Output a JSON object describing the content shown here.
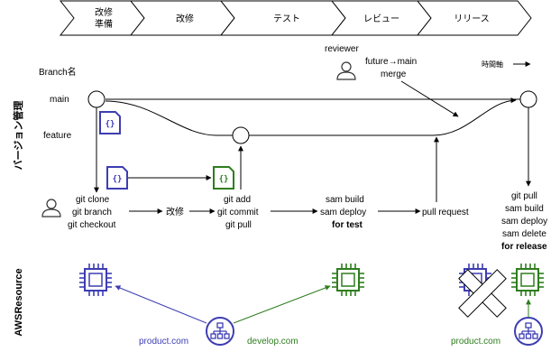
{
  "phases": [
    "改修\n準備",
    "改修",
    "テスト",
    "レビュー",
    "リリース"
  ],
  "side_labels": {
    "version": "バージョン管理",
    "aws": "AWSResource"
  },
  "branch_header": "Branch名",
  "branches": {
    "main": "main",
    "feature": "feature"
  },
  "time_axis": "時間軸",
  "reviewer": {
    "role": "reviewer",
    "action_line1": "future→main",
    "action_line2": "merge"
  },
  "steps": {
    "clone": [
      "git clone",
      "git branch",
      "git checkout"
    ],
    "kaishu": "改修",
    "commit": [
      "git add",
      "git commit",
      "git pull"
    ],
    "test": [
      "sam build",
      "sam deploy"
    ],
    "test_bold": "for test",
    "pull_request": "pull request",
    "release": [
      "git pull",
      "sam build",
      "sam deploy",
      "sam delete"
    ],
    "release_bold": "for release"
  },
  "aws": {
    "left_url": "product.com",
    "middle_url": "develop.com",
    "right_url": "product.com"
  },
  "colors": {
    "blue": "#3d3db3",
    "green": "#2e7d1e",
    "black": "#000000"
  },
  "icons": [
    "user-icon",
    "code-file-icon",
    "ec2-chip-icon",
    "network-hierarchy-icon",
    "delete-cross-icon",
    "arrow-right-icon"
  ]
}
